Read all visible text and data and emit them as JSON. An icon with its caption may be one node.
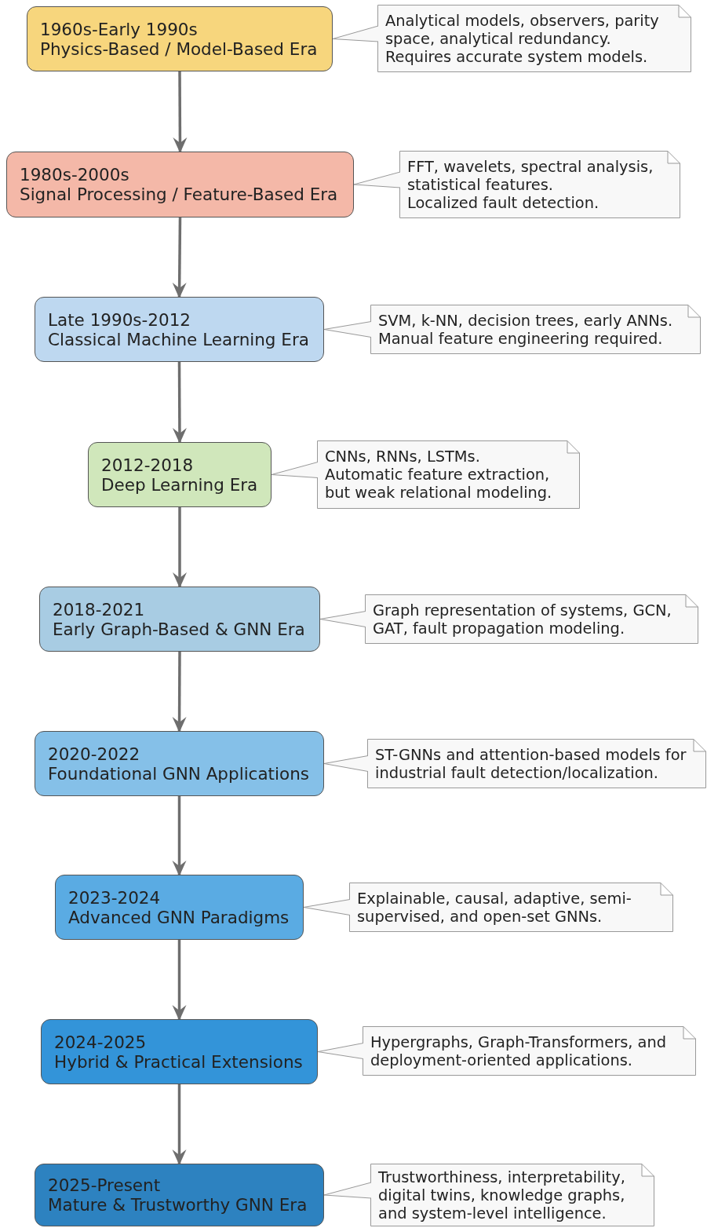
{
  "diagram": {
    "nodes": [
      {
        "text": [
          "1960s-Early 1990s",
          "Physics-Based / Model-Based Era"
        ]
      },
      {
        "text": [
          "Analytical models, observers, parity space, analytical redundancy.",
          "Requires accurate system models."
        ]
      },
      {
        "text": [
          "1980s-2000s",
          "Signal Processing / Feature-Based Era"
        ]
      },
      {
        "text": [
          "FFT, wavelets, spectral analysis, statistical features.",
          "Localized fault detection."
        ]
      },
      {
        "text": [
          "Late 1990s-2012",
          "Classical Machine Learning Era"
        ]
      },
      {
        "text": [
          "SVM, k-NN, decision trees, early ANNs.",
          "Manual feature engineering required."
        ]
      },
      {
        "text": [
          "2012-2018",
          "Deep Learning Era"
        ]
      },
      {
        "text": [
          "CNNs, RNNs, LSTMs.",
          "Automatic feature extraction, but weak relational modeling."
        ]
      },
      {
        "text": [
          "2018-2021",
          "Early Graph-Based & GNN Era"
        ]
      },
      {
        "text": [
          "Graph representation of systems, GCN, GAT, fault propagation modeling."
        ]
      },
      {
        "text": [
          "2020-2022",
          "Foundational GNN Applications"
        ]
      },
      {
        "text": [
          "ST-GNNs and attention-based models for industrial fault detection/localization."
        ]
      },
      {
        "text": [
          "2023-2024",
          "Advanced GNN Paradigms"
        ]
      },
      {
        "text": [
          "Explainable, causal, adaptive, semi-supervised, and open-set GNNs."
        ]
      },
      {
        "text": [
          "2024-2025",
          "Hybrid & Practical Extensions"
        ]
      },
      {
        "text": [
          "Hypergraphs, Graph-Transformers, and deployment-oriented applications."
        ]
      },
      {
        "text": [
          "2025-Present",
          "Mature & Trustworthy GNN Era"
        ]
      },
      {
        "text": [
          "Trustworthiness, interpretability, digital twins, knowledge graphs, and system-level intelligence."
        ]
      }
    ],
    "edges": [
      {
        "from": 0,
        "to": 2,
        "arrow": "to",
        "style": "thick",
        "color": "#6e6e6e"
      },
      {
        "from": 2,
        "to": 4,
        "arrow": "to",
        "style": "thick",
        "color": "#6e6e6e"
      },
      {
        "from": 4,
        "to": 6,
        "arrow": "to",
        "style": "thick",
        "color": "#6e6e6e"
      },
      {
        "from": 6,
        "to": 8,
        "arrow": "to",
        "style": "thick",
        "color": "#6e6e6e"
      },
      {
        "from": 8,
        "to": 10,
        "arrow": "to",
        "style": "thick",
        "color": "#6e6e6e"
      },
      {
        "from": 10,
        "to": 12,
        "arrow": "to",
        "style": "thick",
        "color": "#6e6e6e"
      },
      {
        "from": 12,
        "to": 14,
        "arrow": "to",
        "style": "thick",
        "color": "#6e6e6e"
      },
      {
        "from": 14,
        "to": 16,
        "arrow": "to",
        "style": "thick",
        "color": "#6e6e6e"
      },
      {
        "from": 1,
        "to": 0,
        "arrow": "none"
      },
      {
        "from": 3,
        "to": 2,
        "arrow": "none"
      },
      {
        "from": 5,
        "to": 4,
        "arrow": "none"
      },
      {
        "from": 7,
        "to": 6,
        "arrow": "none"
      },
      {
        "from": 9,
        "to": 8,
        "arrow": "none"
      },
      {
        "from": 11,
        "to": 10,
        "arrow": "none"
      },
      {
        "from": 13,
        "to": 12,
        "arrow": "none"
      },
      {
        "from": 15,
        "to": 14,
        "arrow": "none"
      },
      {
        "from": 17,
        "to": 16,
        "arrow": "none"
      }
    ]
  }
}
